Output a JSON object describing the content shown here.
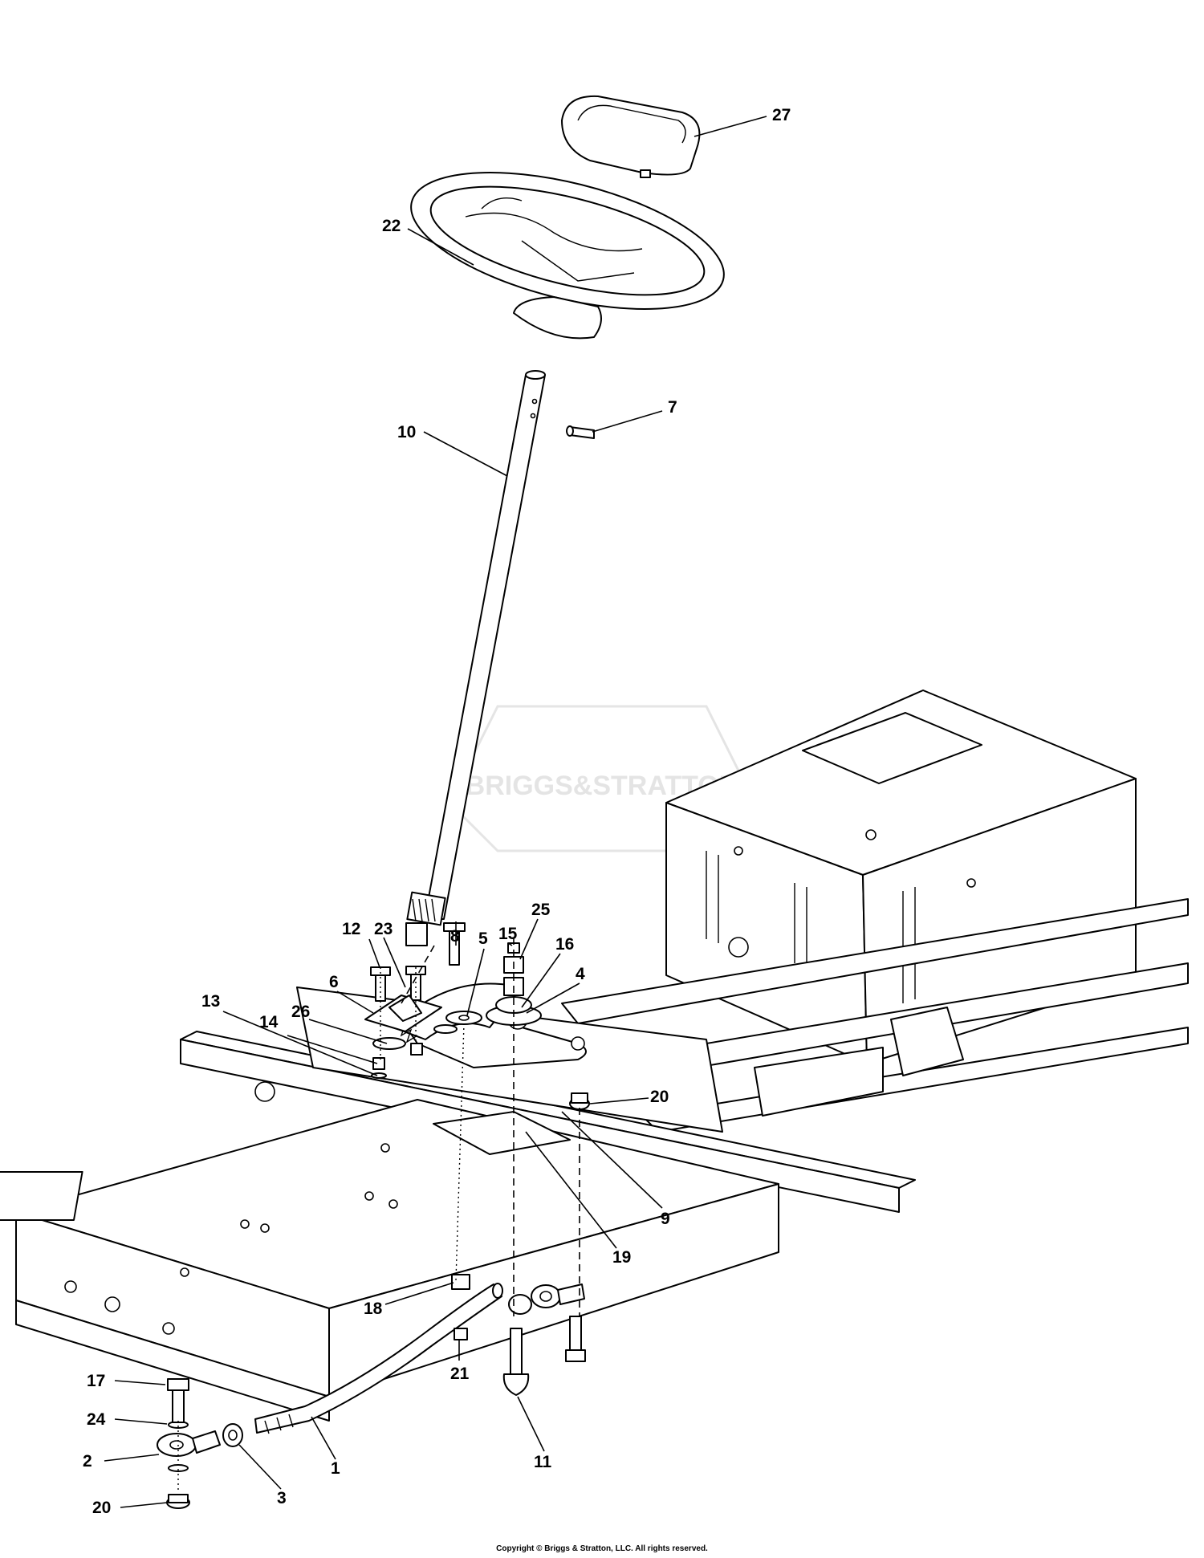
{
  "diagram": {
    "watermark": "BRIGGS&STRATTON",
    "callouts": [
      {
        "id": "c27",
        "label": "27"
      },
      {
        "id": "c22",
        "label": "22"
      },
      {
        "id": "c7",
        "label": "7"
      },
      {
        "id": "c10",
        "label": "10"
      },
      {
        "id": "c12",
        "label": "12"
      },
      {
        "id": "c23",
        "label": "23"
      },
      {
        "id": "c8",
        "label": "8"
      },
      {
        "id": "c5",
        "label": "5"
      },
      {
        "id": "c15",
        "label": "15"
      },
      {
        "id": "c25",
        "label": "25"
      },
      {
        "id": "c16",
        "label": "16"
      },
      {
        "id": "c4",
        "label": "4"
      },
      {
        "id": "c6",
        "label": "6"
      },
      {
        "id": "c26",
        "label": "26"
      },
      {
        "id": "c14",
        "label": "14"
      },
      {
        "id": "c13",
        "label": "13"
      },
      {
        "id": "c20a",
        "label": "20"
      },
      {
        "id": "c9",
        "label": "9"
      },
      {
        "id": "c19",
        "label": "19"
      },
      {
        "id": "c18",
        "label": "18"
      },
      {
        "id": "c21",
        "label": "21"
      },
      {
        "id": "c17",
        "label": "17"
      },
      {
        "id": "c24",
        "label": "24"
      },
      {
        "id": "c2",
        "label": "2"
      },
      {
        "id": "c3",
        "label": "3"
      },
      {
        "id": "c1",
        "label": "1"
      },
      {
        "id": "c11",
        "label": "11"
      },
      {
        "id": "c20b",
        "label": "20"
      }
    ]
  },
  "footer": {
    "copyright": "Copyright © Briggs & Stratton, LLC. All rights reserved."
  }
}
